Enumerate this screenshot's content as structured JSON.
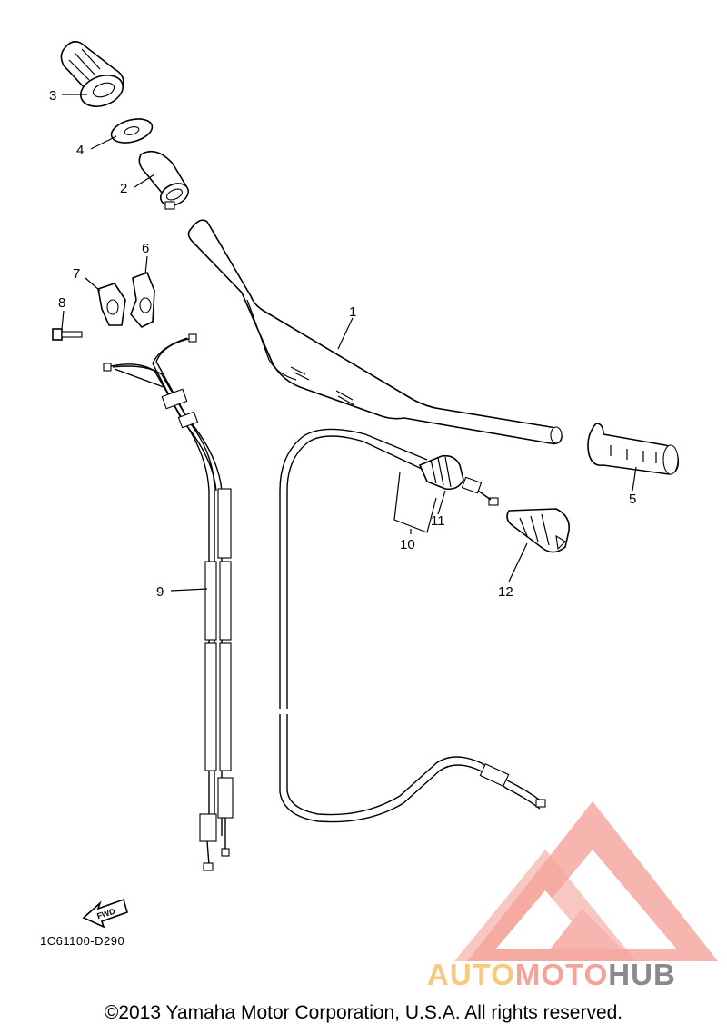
{
  "callouts": {
    "c1": "1",
    "c2": "2",
    "c3": "3",
    "c4": "4",
    "c5": "5",
    "c6": "6",
    "c7": "7",
    "c8": "8",
    "c9": "9",
    "c10": "10",
    "c11": "11",
    "c12": "12"
  },
  "fwd_label": "FWD",
  "diagram_code": "1C61100-D290",
  "watermark": {
    "part1": "AUTO",
    "part2": "MOTO",
    "part3": "HUB",
    "colors": {
      "auto": "#f7c97e",
      "moto": "#f2a49c",
      "hub": "#8a8a8a",
      "logo": "#f28c82"
    }
  },
  "copyright": "©2013 Yamaha Motor Corporation, U.S.A. All rights reserved."
}
